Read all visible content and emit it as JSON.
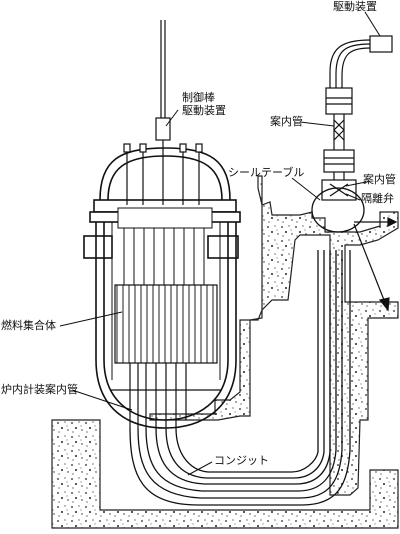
{
  "labels": {
    "drive_device": "駆動装置",
    "control_rod_drive_line1": "制御棒",
    "control_rod_drive_line2": "駆動装置",
    "guide_tube_upper": "案内管",
    "seal_table": "シールテーブル",
    "guide_tube_right": "案内管",
    "isolation_valve": "隔離弁",
    "fuel_assembly": "燃料集合体",
    "incore_instrument_guide_tube": "炉内計装案内管",
    "conduit": "コンジット"
  }
}
